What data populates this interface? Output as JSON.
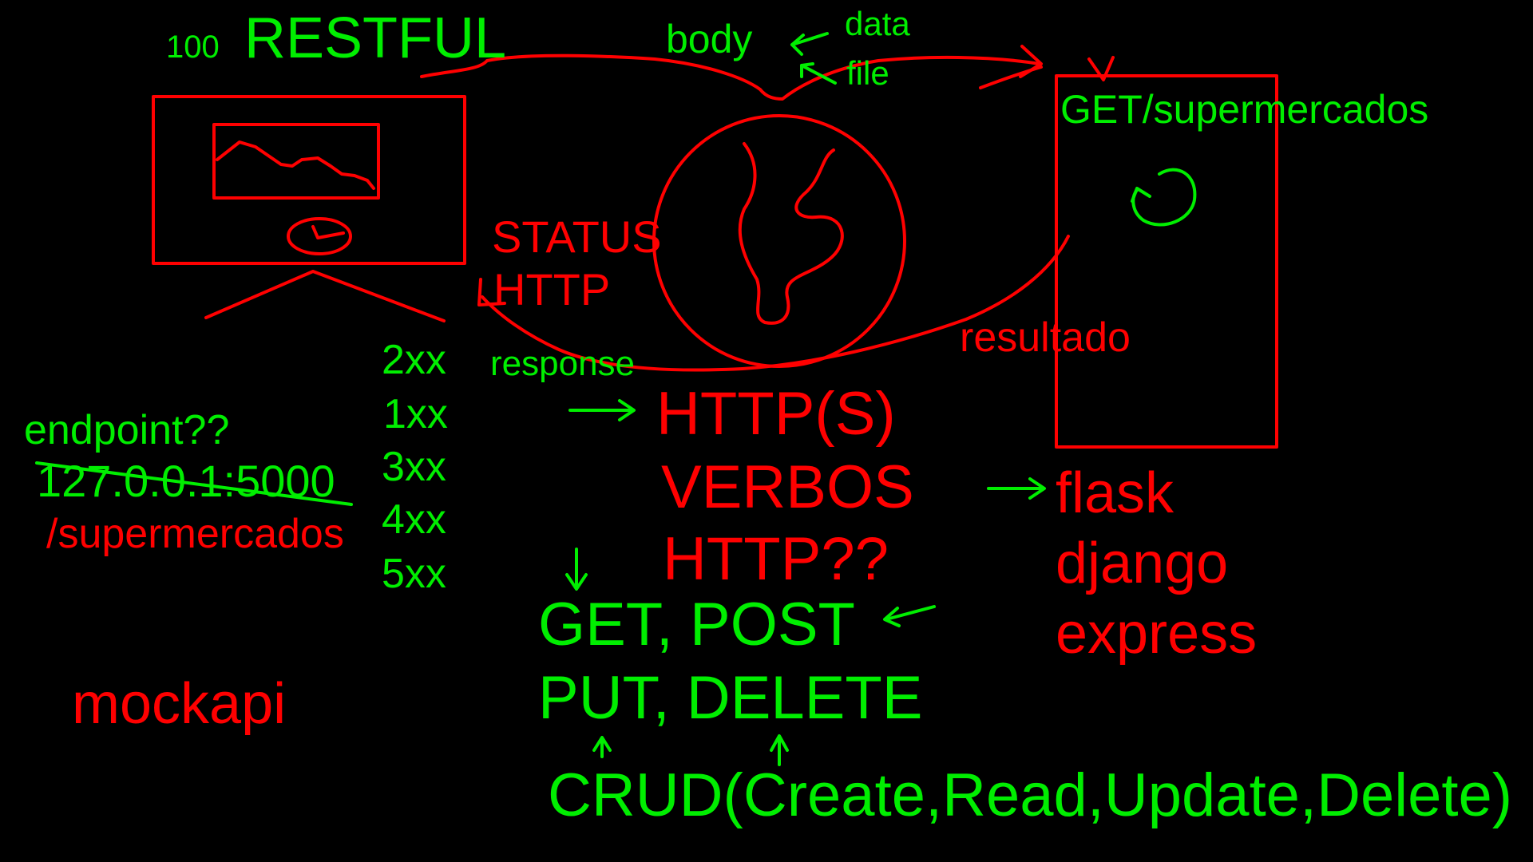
{
  "colors": {
    "background": "#000000",
    "green": "#00ee00",
    "red": "#ff0000"
  },
  "labels": {
    "restful_number": "100",
    "restful_title": "RESTFUL",
    "body": "body",
    "data": "data",
    "file": "file",
    "get_supermercados": "GET/supermercados",
    "status": "STATUS",
    "http_status": "HTTP",
    "response": "response",
    "resultado": "resultado",
    "endpoint": "endpoint??",
    "localhost": "127.0.0.1:5000",
    "supermercados_path": "/supermercados",
    "mockapi": "mockapi",
    "http_s": "HTTP(S)",
    "verbos": "VERBOS",
    "http_question": "HTTP??",
    "get_post": "GET, POST",
    "put_delete": "PUT, DELETE",
    "crud": "CRUD(Create,Read,Update,Delete)"
  },
  "status_codes": [
    "2xx",
    "1xx",
    "3xx",
    "4xx",
    "5xx"
  ],
  "frameworks": [
    "flask",
    "django",
    "express"
  ],
  "icons": {
    "client": "computer-monitor-icon",
    "internet": "globe-icon",
    "server": "server-box-icon",
    "processing": "refresh-icon"
  }
}
